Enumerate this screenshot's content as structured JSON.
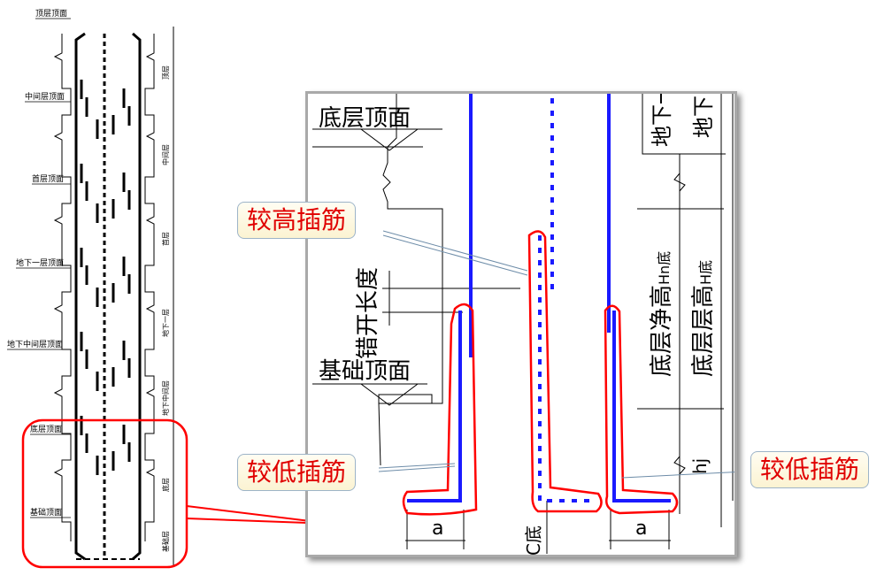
{
  "overview": {
    "floor_labels_left": [
      "顶层顶面",
      "中间层顶面",
      "首层顶面",
      "地下一层顶面",
      "地下中间层顶面",
      "底层顶面",
      "基础顶面"
    ],
    "story_labels_right": [
      "顶层",
      "中间层",
      "首层",
      "地下一层",
      "地下中间层",
      "底层",
      "基础层"
    ]
  },
  "detail": {
    "bottom_floor_top": "底层顶面",
    "foundation_top": "基础顶面",
    "staggered_length": "错开长度",
    "clear_height": "底层净高",
    "clear_height_sub": "Hn底",
    "story_height": "底层层高",
    "story_height_sub": "H底",
    "basement_clear_partial": "地下一",
    "basement_story_partial": "地下",
    "hj": "hj",
    "dim_a_left": "a",
    "dim_a_right": "a",
    "cover_label": "C底"
  },
  "callouts": {
    "higher": "较高插筋",
    "lower_left": "较低插筋",
    "lower_right": "较低插筋"
  },
  "colors": {
    "rebar_blue": "#1a1aff",
    "highlight_red": "#ff0000",
    "callout_text": "#e00000",
    "line_black": "#000000"
  }
}
